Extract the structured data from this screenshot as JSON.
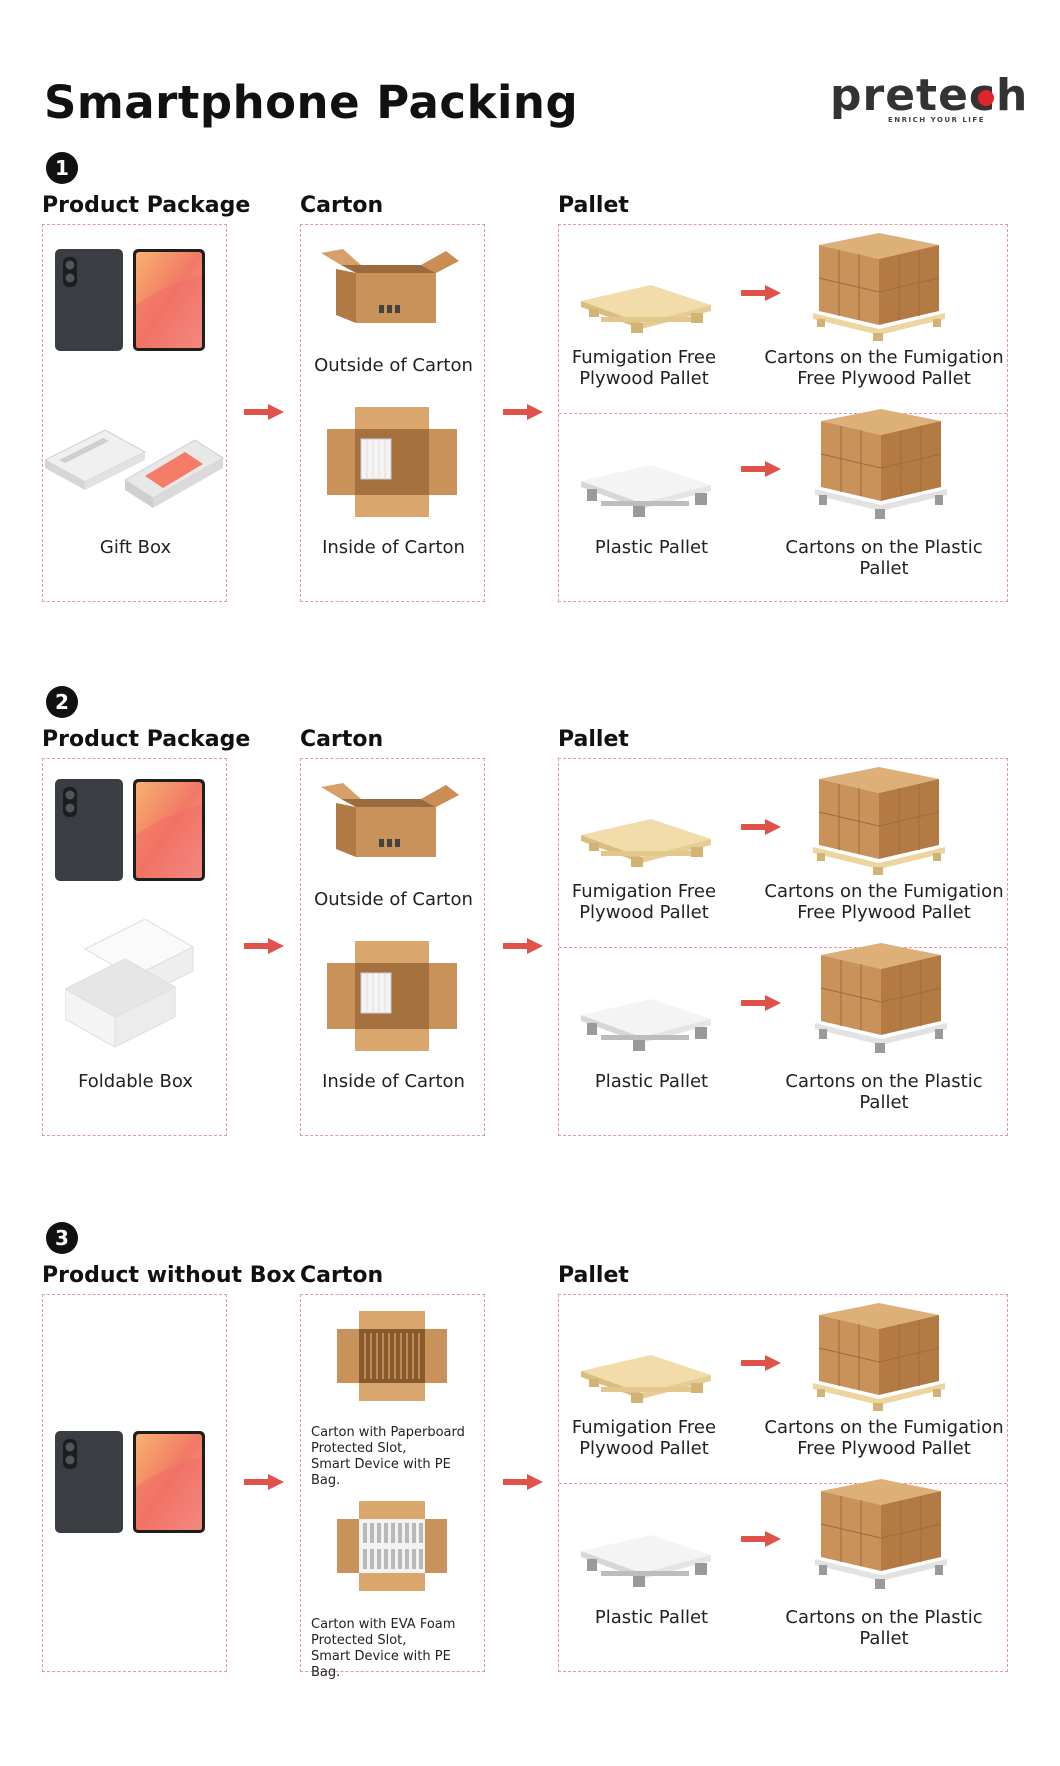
{
  "page": {
    "title": "Smartphone Packing"
  },
  "logo": {
    "word": "pretech",
    "tagline": "ENRICH YOUR LIFE"
  },
  "colors": {
    "dash": "#e39a9a",
    "arrow": "#e0534b",
    "carton": "#c8925a",
    "logo_red": "#e0232d"
  },
  "sections": [
    {
      "number": "1",
      "headers": {
        "product": "Product Package",
        "carton": "Carton",
        "pallet": "Pallet"
      },
      "product": {
        "top_label": "",
        "bottom_label": "Gift Box"
      },
      "carton": {
        "top_label": "Outside of Carton",
        "bottom_label": "Inside of Carton"
      },
      "pallet": {
        "fumigation_label": "Fumigation Free\nPlywood Pallet",
        "fumigation_loaded_label": "Cartons on the Fumigation\nFree Plywood Pallet",
        "plastic_label": "Plastic Pallet",
        "plastic_loaded_label": "Cartons on the Plastic Pallet"
      }
    },
    {
      "number": "2",
      "headers": {
        "product": "Product Package",
        "carton": "Carton",
        "pallet": "Pallet"
      },
      "product": {
        "top_label": "",
        "bottom_label": "Foldable Box"
      },
      "carton": {
        "top_label": "Outside of Carton",
        "bottom_label": "Inside of Carton"
      },
      "pallet": {
        "fumigation_label": "Fumigation Free\nPlywood Pallet",
        "fumigation_loaded_label": "Cartons on the Fumigation\nFree Plywood Pallet",
        "plastic_label": "Plastic Pallet",
        "plastic_loaded_label": "Cartons on the Plastic Pallet"
      }
    },
    {
      "number": "3",
      "headers": {
        "product": "Product without Box",
        "carton": "Carton",
        "pallet": "Pallet"
      },
      "carton": {
        "top_label": "Carton with Paperboard\nProtected Slot,\nSmart Device with PE Bag.",
        "bottom_label": "Carton with EVA Foam\nProtected Slot,\nSmart Device with PE Bag."
      },
      "pallet": {
        "fumigation_label": "Fumigation Free\nPlywood Pallet",
        "fumigation_loaded_label": "Cartons on the Fumigation\nFree Plywood Pallet",
        "plastic_label": "Plastic Pallet",
        "plastic_loaded_label": "Cartons on the Plastic Pallet"
      }
    }
  ]
}
